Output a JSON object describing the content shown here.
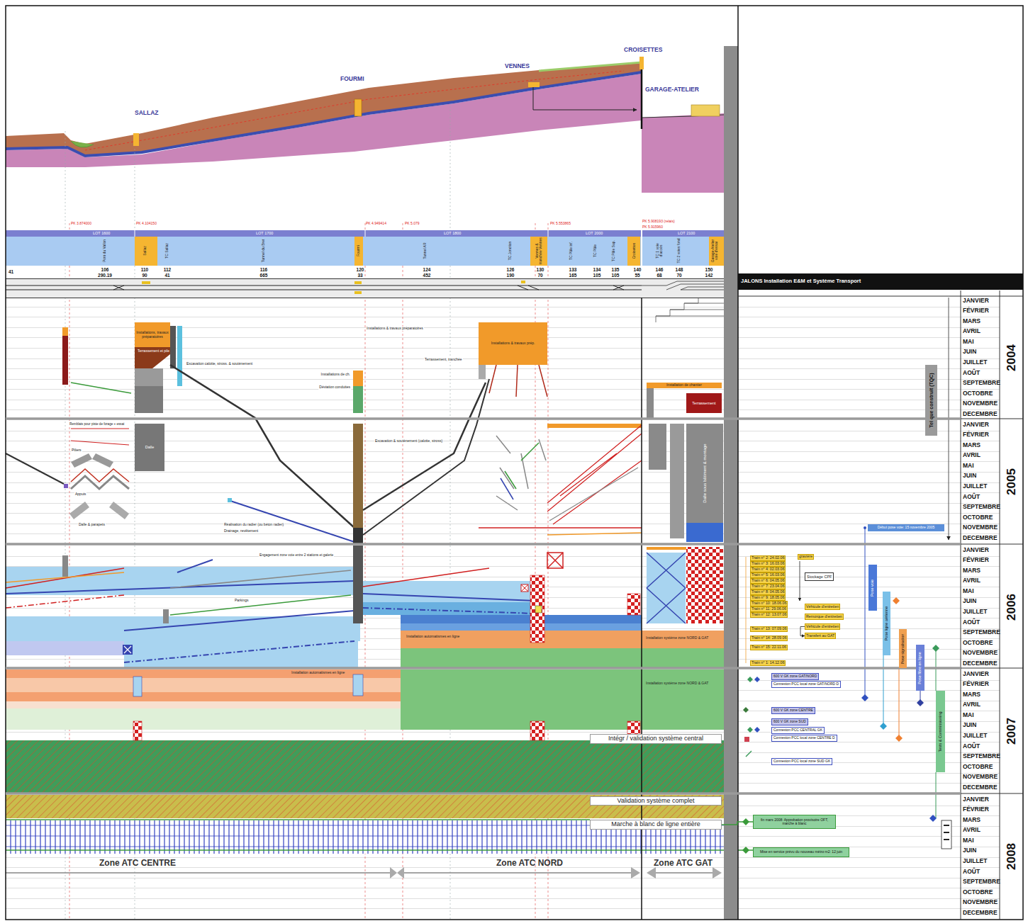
{
  "diagram": {
    "nodes": [
      {
        "text": [
          "LOT 1600"
        ]
      },
      {
        "text": [
          "LOT 1700"
        ]
      },
      {
        "text": [
          "LOT 1800"
        ]
      },
      {
        "text": [
          "LOT 2000"
        ]
      },
      {
        "text": [
          "LOT 2100"
        ]
      },
      {
        "text": [
          "JALONS Installation E&M et Système Transport"
        ]
      },
      {
        "text": [
          "Installations, travaux préparatoires"
        ]
      },
      {
        "text": [
          "Installations & travaux prép."
        ]
      },
      {
        "text": [
          "Installation de chantier"
        ]
      },
      {
        "text": [
          "Terrassement"
        ]
      },
      {
        "text": [
          "Dalle"
        ]
      },
      {
        "text": [
          "Dalle sous bâtiment & montage"
        ]
      },
      {
        "text": [
          "Intégr / validation système central"
        ]
      },
      {
        "text": [
          "Validation système complet"
        ]
      },
      {
        "text": [
          "Marche à blanc de ligne entière"
        ]
      },
      {
        "text": [
          "Tel que construit (TQC)"
        ]
      },
      {
        "text": [
          "Début pose voie: 15 novembre 2005"
        ]
      },
      {
        "text": [
          "Train n° 2: 24.02.06"
        ]
      },
      {
        "text": [
          "Train n° 3: 16.03.06"
        ]
      },
      {
        "text": [
          "Train n° 4: 02.03.06"
        ]
      },
      {
        "text": [
          "Train n° 5: 16.03.06"
        ]
      },
      {
        "text": [
          "Train n° 6: 04.05.06"
        ]
      },
      {
        "text": [
          "Train n° 7: 23.04.06"
        ]
      },
      {
        "text": [
          "Train n° 8: 04.05.06"
        ]
      },
      {
        "text": [
          "Train n° 9: 18.05.06"
        ]
      },
      {
        "text": [
          "Train n° 10: 18.06.06"
        ]
      },
      {
        "text": [
          "Train n° 11: 29.06.06"
        ]
      },
      {
        "text": [
          "Train n° 12: 13.07.06"
        ]
      },
      {
        "text": [
          "Train n° 13: 07.09.06"
        ]
      },
      {
        "text": [
          "Train n° 14: 28.09.06"
        ]
      },
      {
        "text": [
          "Train n° 15: 22.11.06"
        ]
      },
      {
        "text": [
          "Train n° 1: 14.12.06"
        ]
      },
      {
        "text": [
          "gravière"
        ]
      },
      {
        "text": [
          "Stockage CPF"
        ]
      },
      {
        "text": [
          "Véhicule d'entretien"
        ]
      },
      {
        "text": [
          "Remorque d'entretien"
        ]
      },
      {
        "text": [
          "Véhicule d'entretien"
        ]
      },
      {
        "text": [
          "Transfert au GAT"
        ]
      },
      {
        "text": [
          "Pose voie"
        ]
      },
      {
        "text": [
          "Pose ligne aérienne"
        ]
      },
      {
        "text": [
          "Pose signalisation"
        ]
      },
      {
        "text": [
          "Pose fibre en ligne"
        ]
      },
      {
        "text": [
          "Tests & Commissioning"
        ]
      },
      {
        "text": [
          "600 V GK zone GAT/NORD"
        ]
      },
      {
        "text": [
          "Connexion PCC local zone GAT/NORD D"
        ]
      },
      {
        "text": [
          "600 V GK zone CENTRE"
        ]
      },
      {
        "text": [
          "600 V GK zone SUD"
        ]
      },
      {
        "text": [
          "Connexion PCC CENTRAL GK"
        ]
      },
      {
        "text": [
          "Connexion PCC local zone CENTRE D"
        ]
      },
      {
        "text": [
          "Connexion PCC local zone SUD GK"
        ]
      },
      {
        "text": [
          "fin mars 2008: Approbation provisoire OFT, marche à blanc"
        ]
      },
      {
        "text": [
          "Mise en service prévu du nouveau métro m2: 12 juin"
        ]
      }
    ],
    "edges": [
      {
        "from": 14,
        "to": 50,
        "arrow": "none"
      },
      {
        "from": 36,
        "to": 37,
        "arrow": "to"
      }
    ],
    "labels": [
      "SALLAZ",
      "FOURMI",
      "VENNES",
      "CROISETTES",
      "GARAGE-ATELIER",
      "PK 3.874000",
      "PK 4.104150",
      "PK 4.949414",
      "PK 5.079",
      "PK 5.553865",
      "PK 5.908193 (relais)",
      "PK 5.915960",
      "Pont du Vallon",
      "Sallaz",
      "TC Sallaz",
      "Tunnel du Bret",
      "Fourmi",
      "Tunnel AR",
      "TC Jonction",
      "Vennes & tranchée Vennes",
      "TC Pâle inf.",
      "TC Pâle",
      "TC Pâle Sup.",
      "Croisettes",
      "TC 1 voie d'accès",
      "TC 2 voies fond",
      "Garage-Atelier voie d'essai",
      "41",
      "106",
      "290.19",
      "110",
      "90",
      "112",
      "41",
      "116",
      "665",
      "120",
      "33",
      "124",
      "452",
      "126",
      "190",
      "130",
      "70",
      "133",
      "165",
      "134",
      "105",
      "135",
      "105",
      "140",
      "55",
      "146",
      "68",
      "148",
      "70",
      "150",
      "142",
      "Terrassement et pile",
      "Excavation calotte, stross. & soutènement",
      "Installations & travaux préparatoires",
      "Installations de ch.",
      "Déviation conduites",
      "Terrassement, tranchée",
      "Excavation & soutènement (calotte, stross)",
      "Remblais pour piste de forage + essai",
      "Piliers",
      "Appuis",
      "Dalle & parapets",
      "Réalisation du radier (ou béton radier)",
      "Drainage, revêtement",
      "Engagement zone voie entre 2 stations et galerie",
      "Parkings",
      "Installation automatismes en ligne",
      "Installation système zone NORD & GAT",
      "Installation automatismes en ligne",
      "Installation système zone NORD & GAT",
      "Zone ATC CENTRE",
      "Zone ATC NORD",
      "Zone ATC GAT",
      "JANVIER",
      "FÉVRIER",
      "MARS",
      "AVRIL",
      "MAI",
      "JUIN",
      "JUILLET",
      "AOÛT",
      "SEPTEMBRE",
      "OCTOBRE",
      "NOVEMBRE",
      "DECEMBRE",
      "JANVIER",
      "FÉVRIER",
      "MARS",
      "AVRIL",
      "MAI",
      "JUIN",
      "JUILLET",
      "AOÛT",
      "SEPTEMBRE",
      "OCTOBRE",
      "NOVEMBRE",
      "DECEMBRE",
      "JANVIER",
      "FÉVRIER",
      "MARS",
      "AVRIL",
      "MAI",
      "JUIN",
      "JUILLET",
      "AOÛT",
      "SEPTEMBRE",
      "OCTOBRE",
      "NOVEMBRE",
      "DECEMBRE",
      "JANVIER",
      "FÉVRIER",
      "MARS",
      "AVRIL",
      "MAI",
      "JUIN",
      "JUILLET",
      "AOÛT",
      "SEPTEMBRE",
      "OCTOBRE",
      "NOVEMBRE",
      "DECEMBRE",
      "JANVIER",
      "FÉVRIER",
      "MARS",
      "AVRIL",
      "MAI",
      "JUIN",
      "JUILLET",
      "AOÛT",
      "SEPTEMBRE",
      "OCTOBRE",
      "NOVEMBRE",
      "DECEMBRE",
      "2004",
      "2005",
      "2006",
      "2007",
      "2008"
    ]
  }
}
